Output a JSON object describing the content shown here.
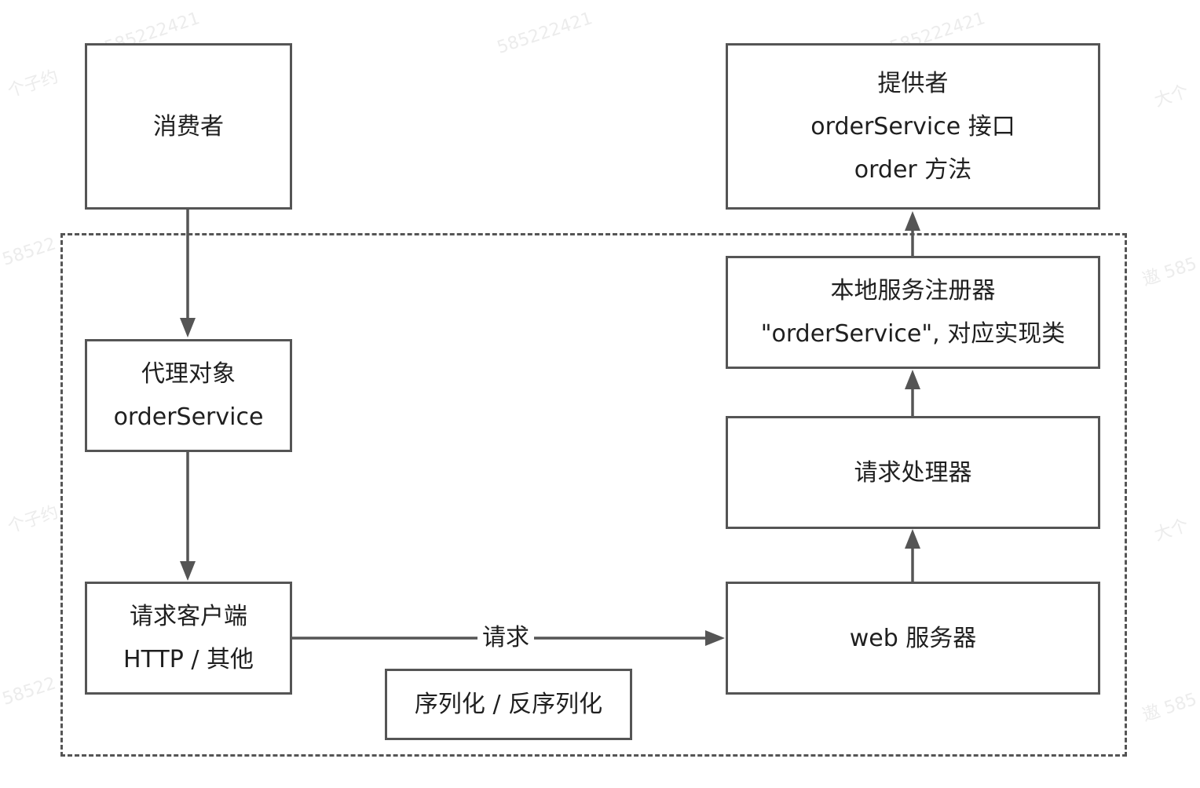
{
  "watermarks": [
    "585222421",
    "585222421",
    "585222421",
    "个子约",
    "大个",
    "遨 585",
    "58522",
    "个子约",
    "大个",
    "58522",
    "遨 585"
  ],
  "boundary": {
    "label": ""
  },
  "nodes": {
    "consumer": {
      "lines": [
        "消费者"
      ]
    },
    "proxy": {
      "lines": [
        "代理对象",
        "orderService"
      ]
    },
    "request_client": {
      "lines": [
        "请求客户端",
        "HTTP / 其他"
      ]
    },
    "provider": {
      "lines": [
        "提供者",
        "orderService 接口",
        "order 方法"
      ]
    },
    "local_registry": {
      "lines": [
        "本地服务注册器",
        "\"orderService\", 对应实现类"
      ]
    },
    "request_handler": {
      "lines": [
        "请求处理器"
      ]
    },
    "web_server": {
      "lines": [
        "web 服务器"
      ]
    },
    "serialization": {
      "lines": [
        "序列化 / 反序列化"
      ]
    }
  },
  "edges": {
    "request": {
      "label": "请求"
    }
  },
  "colors": {
    "stroke": "#555555",
    "text": "#1f1f1f",
    "watermark": "#ececec",
    "background": "#ffffff"
  }
}
